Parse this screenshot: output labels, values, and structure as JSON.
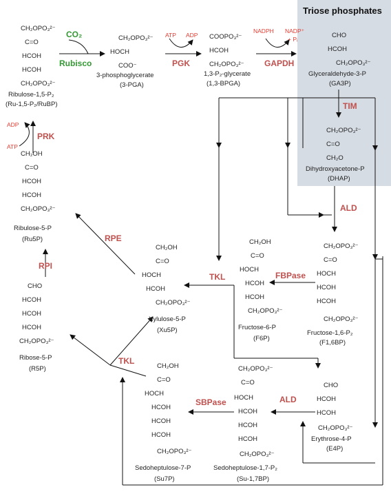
{
  "box_title": "Triose phosphates",
  "enzymes": {
    "co2": "CO₂",
    "rubisco": "Rubisco",
    "pgk": "PGK",
    "gapdh": "GAPDH",
    "tim": "TIM",
    "ald_top": "ALD",
    "fbpase": "FBPase",
    "tkl_mid": "TKL",
    "rpe": "RPE",
    "rpi": "RPI",
    "prk": "PRK",
    "tkl_bottom": "TKL",
    "sbpase": "SBPase",
    "ald_bottom": "ALD"
  },
  "cofactors": {
    "atp_pgk": "ATP",
    "adp_pgk": "ADP",
    "nadph": "NADPH",
    "nadp": "NADP⁺",
    "pi": "+ Pᵢ",
    "adp_prk": "ADP",
    "atp_prk": "ATP"
  },
  "molecules": {
    "rubp": {
      "lines": [
        "CH₂OPO₃²⁻",
        "C=O",
        "HCOH",
        "HCOH",
        "CH₂OPO₃²⁻"
      ],
      "name": "Ribulose-1,5-P₂",
      "abbr": "(Ru-1,5-P₂/RuBP)"
    },
    "pga": {
      "lines": [
        "CH₂OPO₃²⁻",
        "HOCH",
        "COO⁻"
      ],
      "name": "3-phosphoglycerate",
      "abbr": "(3-PGA)"
    },
    "bpga": {
      "lines": [
        "COOPO₃²⁻",
        "HCOH",
        "CH₂OPO₃²⁻"
      ],
      "name": "1,3-P₂-glycerate",
      "abbr": "(1,3-BPGA)"
    },
    "ga3p": {
      "lines": [
        "CHO",
        "HCOH",
        "CH₂OPO₃²⁻"
      ],
      "name": "Glyceraldehyde-3-P",
      "abbr": "(GA3P)"
    },
    "dhap": {
      "lines": [
        "CH₂OPO₃²⁻",
        "C=O",
        "CH₂O"
      ],
      "name": "Dihydroxyacetone-P",
      "abbr": "(DHAP)"
    },
    "ru5p": {
      "lines": [
        "CH₂OH",
        "C=O",
        "HCOH",
        "HCOH",
        "CH₂OPO₃²⁻"
      ],
      "name": "Ribulose-5-P",
      "abbr": "(Ru5P)"
    },
    "r5p": {
      "lines": [
        "CHO",
        "HCOH",
        "HCOH",
        "HCOH",
        "CH₂OPO₃²⁻"
      ],
      "name": "Ribose-5-P",
      "abbr": "(R5P)"
    },
    "xu5p": {
      "lines": [
        "CH₂OH",
        "C=O",
        "HOCH",
        "HCOH",
        "CH₂OPO₃²⁻"
      ],
      "name": "Xylulose-5-P",
      "abbr": "(Xu5P)"
    },
    "f6p": {
      "lines": [
        "CH₂OH",
        "C=O",
        "HOCH",
        "HCOH",
        "HCOH",
        "CH₂OPO₃²⁻"
      ],
      "name": "Fructose-6-P",
      "abbr": "(F6P)"
    },
    "f16bp": {
      "lines": [
        "CH₂OPO₃²⁻",
        "C=O",
        "HOCH",
        "HCOH",
        "HCOH",
        "CH₂OPO₃²⁻"
      ],
      "name": "Fructose-1,6-P₂",
      "abbr": "(F1,6BP)"
    },
    "e4p": {
      "lines": [
        "CHO",
        "HCOH",
        "HCOH",
        "CH₂OPO₃²⁻"
      ],
      "name": "Erythrose-4-P",
      "abbr": "(E4P)"
    },
    "su7p": {
      "lines": [
        "CH₂OH",
        "C=O",
        "HOCH",
        "HCOH",
        "HCOH",
        "HCOH",
        "CH₂OPO₃²⁻"
      ],
      "name": "Sedoheptulose-7-P",
      "abbr": "(Su7P)"
    },
    "su17bp": {
      "lines": [
        "CH₂OPO₃²⁻",
        "C=O",
        "HOCH",
        "HCOH",
        "HCOH",
        "HCOH",
        "CH₂OPO₃²⁻"
      ],
      "name": "Sedoheptulose-1,7-P₂",
      "abbr": "(Su-1,7BP)"
    }
  },
  "colors": {
    "enzyme": "#c0504d",
    "rubisco": "#339933",
    "cofactor": "#e03c31",
    "triose_box": "#d6dce4"
  }
}
